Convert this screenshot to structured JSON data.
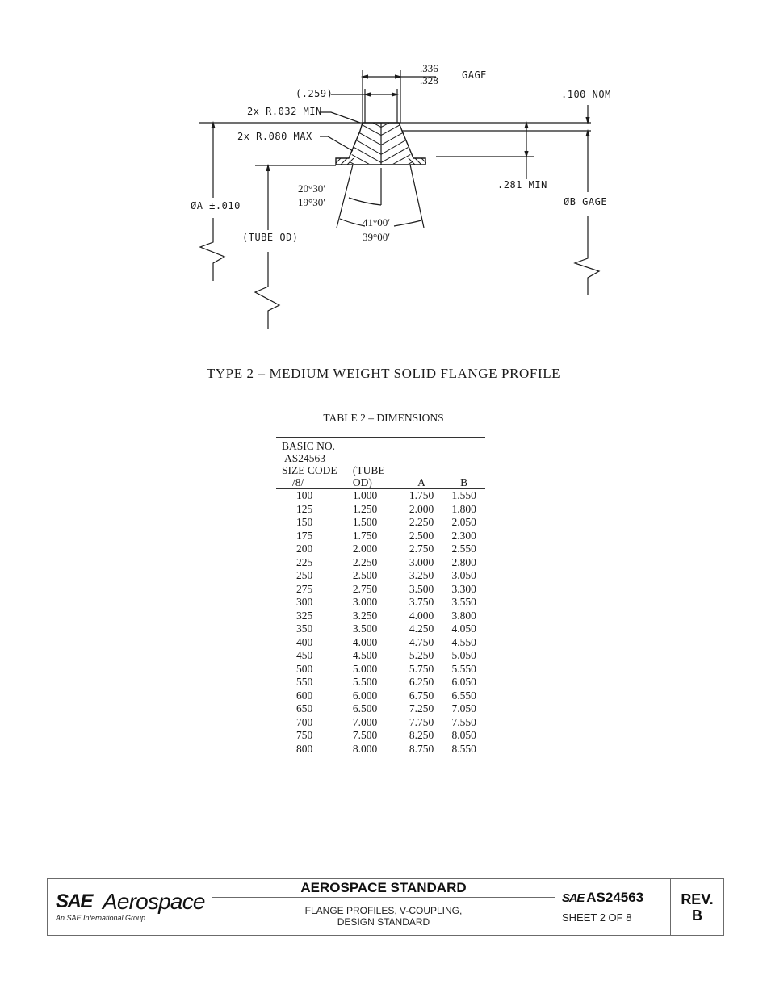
{
  "drawing": {
    "labels": {
      "gage_width_upper": ".336",
      "gage_width_lower": ".328",
      "gage_top": "GAGE",
      "ref_width": "(.259)",
      "nom_thickness": ".100 NOM",
      "min_radius": "2x R.032 MIN",
      "max_radius": "2x R.080 MAX",
      "height_min": ".281 MIN",
      "half_angle_upper": "20°30′",
      "half_angle_lower": "19°30′",
      "included_angle_upper": "41°00′",
      "included_angle_lower": "39°00′",
      "diameter_a": "ØA ±.010",
      "tube_od": "(TUBE OD)",
      "diameter_b": "ØB GAGE"
    }
  },
  "figure_caption": "TYPE 2 –  MEDIUM WEIGHT SOLID FLANGE PROFILE",
  "table": {
    "title": "TABLE 2 – DIMENSIONS",
    "headers": {
      "col0": [
        "BASIC NO.",
        "AS24563",
        "SIZE CODE",
        "/8/"
      ],
      "col1": [
        "(TUBE",
        "OD)"
      ],
      "col2": "A",
      "col3": "B"
    },
    "rows": [
      [
        "100",
        "1.000",
        "1.750",
        "1.550"
      ],
      [
        "125",
        "1.250",
        "2.000",
        "1.800"
      ],
      [
        "150",
        "1.500",
        "2.250",
        "2.050"
      ],
      [
        "175",
        "1.750",
        "2.500",
        "2.300"
      ],
      [
        "200",
        "2.000",
        "2.750",
        "2.550"
      ],
      [
        "225",
        "2.250",
        "3.000",
        "2.800"
      ],
      [
        "250",
        "2.500",
        "3.250",
        "3.050"
      ],
      [
        "275",
        "2.750",
        "3.500",
        "3.300"
      ],
      [
        "300",
        "3.000",
        "3.750",
        "3.550"
      ],
      [
        "325",
        "3.250",
        "4.000",
        "3.800"
      ],
      [
        "350",
        "3.500",
        "4.250",
        "4.050"
      ],
      [
        "400",
        "4.000",
        "4.750",
        "4.550"
      ],
      [
        "450",
        "4.500",
        "5.250",
        "5.050"
      ],
      [
        "500",
        "5.000",
        "5.750",
        "5.550"
      ],
      [
        "550",
        "5.500",
        "6.250",
        "6.050"
      ],
      [
        "600",
        "6.000",
        "6.750",
        "6.550"
      ],
      [
        "650",
        "6.500",
        "7.250",
        "7.050"
      ],
      [
        "700",
        "7.000",
        "7.750",
        "7.550"
      ],
      [
        "750",
        "7.500",
        "8.250",
        "8.050"
      ],
      [
        "800",
        "8.000",
        "8.750",
        "8.550"
      ]
    ]
  },
  "title_block": {
    "logo_sae": "SAE",
    "logo_aerospace": "Aerospace",
    "logo_tagline": "An SAE International Group",
    "standard_type": "AEROSPACE STANDARD",
    "description_line1": "FLANGE PROFILES, V-COUPLING,",
    "description_line2": "DESIGN STANDARD",
    "doc_prefix": "SAE",
    "doc_number": "AS24563",
    "sheet": "SHEET 2 OF 8",
    "rev_label": "REV.",
    "rev_value": "B"
  }
}
